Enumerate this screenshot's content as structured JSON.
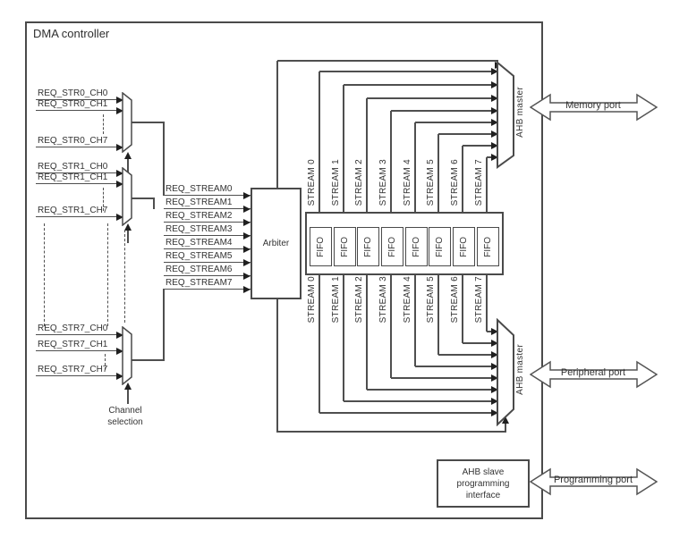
{
  "title": "DMA controller",
  "signals": {
    "group0": [
      "REQ_STR0_CH0",
      "REQ_STR0_CH1",
      "REQ_STR0_CH7"
    ],
    "group1": [
      "REQ_STR1_CH0",
      "REQ_STR1_CH1",
      "REQ_STR1_CH7"
    ],
    "group7": [
      "REQ_STR7_CH0",
      "REQ_STR7_CH1",
      "REQ_STR7_CH7"
    ]
  },
  "channel_selection": [
    "Channel",
    "selection"
  ],
  "req_streams": [
    "REQ_STREAM0",
    "REQ_STREAM1",
    "REQ_STREAM2",
    "REQ_STREAM3",
    "REQ_STREAM4",
    "REQ_STREAM5",
    "REQ_STREAM6",
    "REQ_STREAM7"
  ],
  "arbiter": "Arbiter",
  "streams": [
    "STREAM 0",
    "STREAM 1",
    "STREAM 2",
    "STREAM 3",
    "STREAM 4",
    "STREAM 5",
    "STREAM 6",
    "STREAM 7"
  ],
  "fifo": "FIFO",
  "ahb_master": "AHB master",
  "ahb_slave": [
    "AHB slave",
    "programming",
    "interface"
  ],
  "ports": {
    "memory": "Memory port",
    "peripheral": "Peripheral port",
    "programming": "Programming port"
  },
  "colors": {
    "line": "#4f4f4f",
    "text": "#333333",
    "arrow": "#1f1f1f",
    "background": "#ffffff"
  }
}
